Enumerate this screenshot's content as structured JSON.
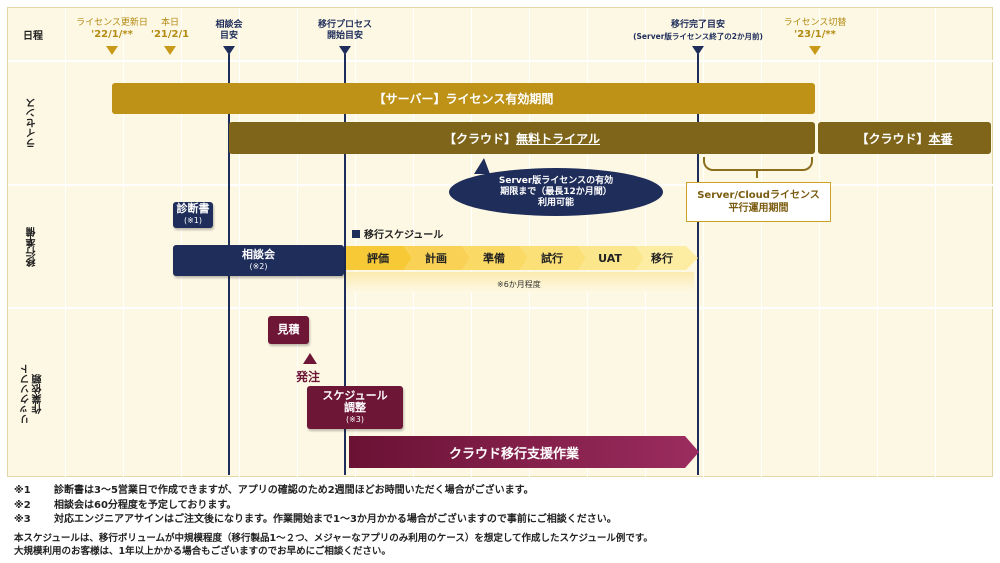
{
  "rows": {
    "schedule": "日程",
    "license": "ライセンス",
    "migration_prep": "移行準備",
    "rick_soft_line1": "リックソフト",
    "rick_soft_line2": "作業依頼"
  },
  "milestones": [
    {
      "line1": "ライセンス更新日",
      "line2": "'22/1/**"
    },
    {
      "line1": "本日",
      "line2": "'21/2/1"
    },
    {
      "line1": "相談会",
      "line2": "目安"
    },
    {
      "line1": "移行プロセス",
      "line2": "開始目安"
    },
    {
      "line1": "移行完了目安",
      "line2": "(Server版ライセンス終了の2か月前)"
    },
    {
      "line1": "ライセンス切替",
      "line2": "'23/1/**"
    }
  ],
  "bars": {
    "server_license": "【サーバー】ライセンス有効期間",
    "cloud_trial_prefix": "【クラウド】",
    "cloud_trial_link": "無料トライアル",
    "cloud_prod_prefix": "【クラウド】",
    "cloud_prod_link": "本番"
  },
  "callout": {
    "line1": "Server版ライセンスの有効",
    "line2": "期限まで（最長12か月間）",
    "line3": "利用可能"
  },
  "parallel": {
    "line1": "Server/Cloudライセンス",
    "line2": "平行運用期間"
  },
  "prep": {
    "diagnosis": "診断書",
    "diagnosis_note": "(※1)",
    "consult": "相談会",
    "consult_note": "(※2)",
    "schedule_title": "移行スケジュール",
    "steps": [
      "評価",
      "計画",
      "準備",
      "試行",
      "UAT",
      "移行"
    ],
    "schedule_note": "※6か月程度"
  },
  "rick": {
    "estimate": "見積",
    "order": "発注",
    "adjust_line1": "スケジュール",
    "adjust_line2": "調整",
    "adjust_note": "(※3)",
    "cloud_support": "クラウド移行支援作業"
  },
  "footnotes": [
    {
      "key": "※1",
      "text": "診断書は3～5営業日で作成できますが、アプリの確認のため2週間ほどお時間いただく場合がございます。"
    },
    {
      "key": "※2",
      "text": "相談会は60分程度を予定しております。"
    },
    {
      "key": "※3",
      "text": "対応エンジニアアサインはご注文後になります。作業開始まで1～3か月かかる場合がございますので事前にご相談ください。"
    }
  ],
  "notes": [
    "本スケジュールは、移行ボリュームが中規模程度（移行製品1～２つ、メジャーなアプリのみ利用のケース）を想定して作成したスケジュール例です。",
    "大規模利用のお客様は、1年以上かかる場合もございますのでお早めにご相談ください。"
  ],
  "colors": {
    "gold": "#bd9217",
    "olive": "#7f651a",
    "navy": "#1f2d5b",
    "maroon": "#6e1636",
    "background": "#fdf8e4"
  }
}
